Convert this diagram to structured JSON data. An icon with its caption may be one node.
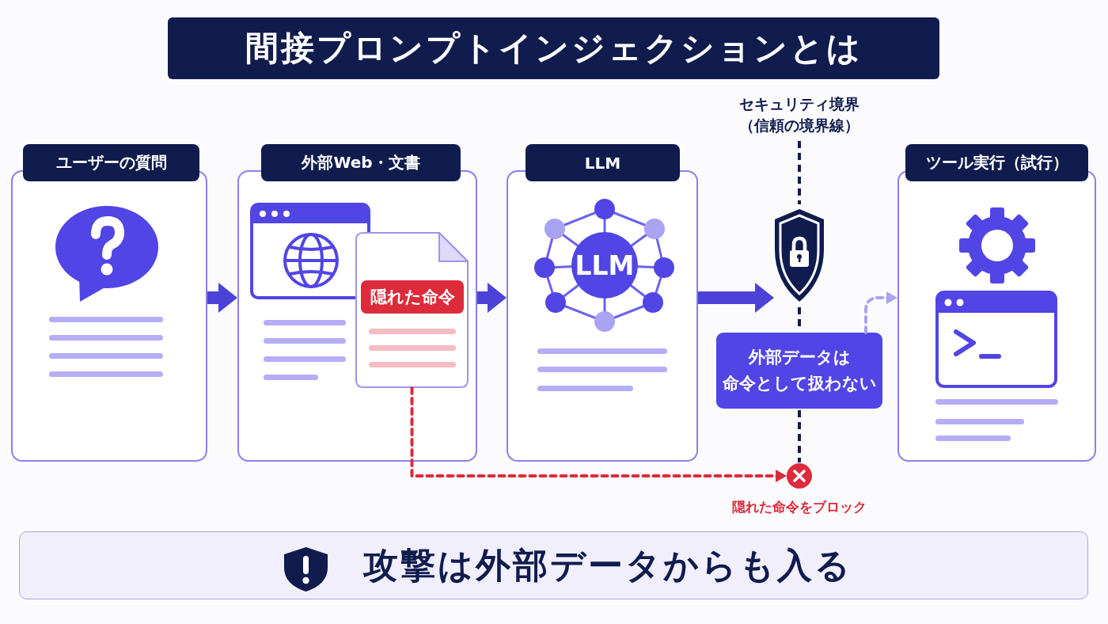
{
  "diagram": {
    "title": "間接プロンプトインジェクションとは",
    "nodes": [
      {
        "text": [
          "ユーザーの質問"
        ]
      },
      {
        "text": [
          "外部Web・文書"
        ]
      },
      {
        "text": [
          "隠れた命令"
        ],
        "in": 1
      },
      {
        "text": [
          "LLM"
        ]
      },
      {
        "text": [
          "LLM"
        ],
        "in": 3
      },
      {
        "text": [],
        "shape": "picture"
      },
      {
        "text": [
          "外部データは命令として扱わない"
        ]
      },
      {
        "text": [
          "ツール実行（試行）"
        ]
      },
      {
        "text": [],
        "shape": "circle",
        "beside": [
          "隠れた命令をブロック"
        ]
      },
      {
        "text": [
          "攻撃は外部データからも入る"
        ]
      }
    ],
    "edges": [
      {
        "from": 0,
        "to": 1,
        "arrow": "to"
      },
      {
        "from": 1,
        "to": 3,
        "arrow": "to"
      },
      {
        "from": 3,
        "to": 5,
        "arrow": "to"
      },
      {
        "from": 6,
        "to": 7,
        "arrow": "to",
        "style": "dashed",
        "color": "#aaa2f2"
      },
      {
        "from": 2,
        "to": 8,
        "arrow": "to",
        "style": "dashed",
        "color": "#dc2b3b"
      }
    ],
    "labels": [
      "セキュリティ境界（信頼の境界線）"
    ]
  }
}
